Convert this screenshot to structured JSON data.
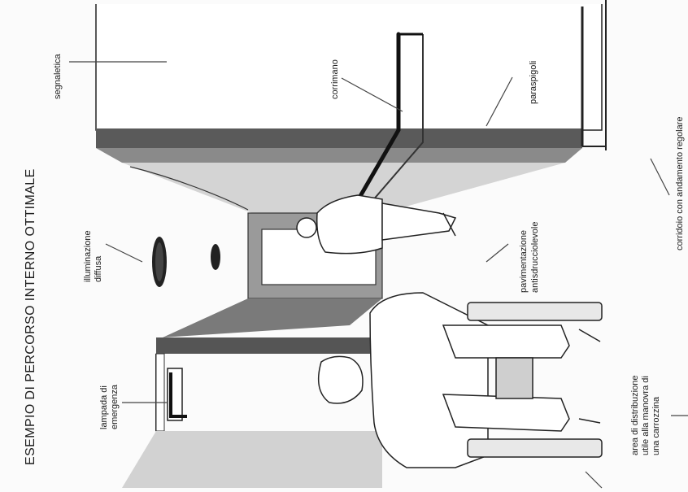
{
  "title": "ESEMPIO DI PERCORSO INTERNO OTTIMALE",
  "labels": {
    "signage": "segnaletica",
    "handrail": "corrimano",
    "corner_guards": "paraspigoli",
    "lighting_1": "illuminazione",
    "lighting_2": "diffusa",
    "flooring_1": "pavimentazione",
    "flooring_2": "antisdrucciolevole",
    "corridor": "corridoio con andamento regolare",
    "emergency_1": "lampada di",
    "emergency_2": "emergenza",
    "wheelchair_1": "area di distribuzione",
    "wheelchair_2": "utile alla manovra di",
    "wheelchair_3": "una carrozzina"
  }
}
